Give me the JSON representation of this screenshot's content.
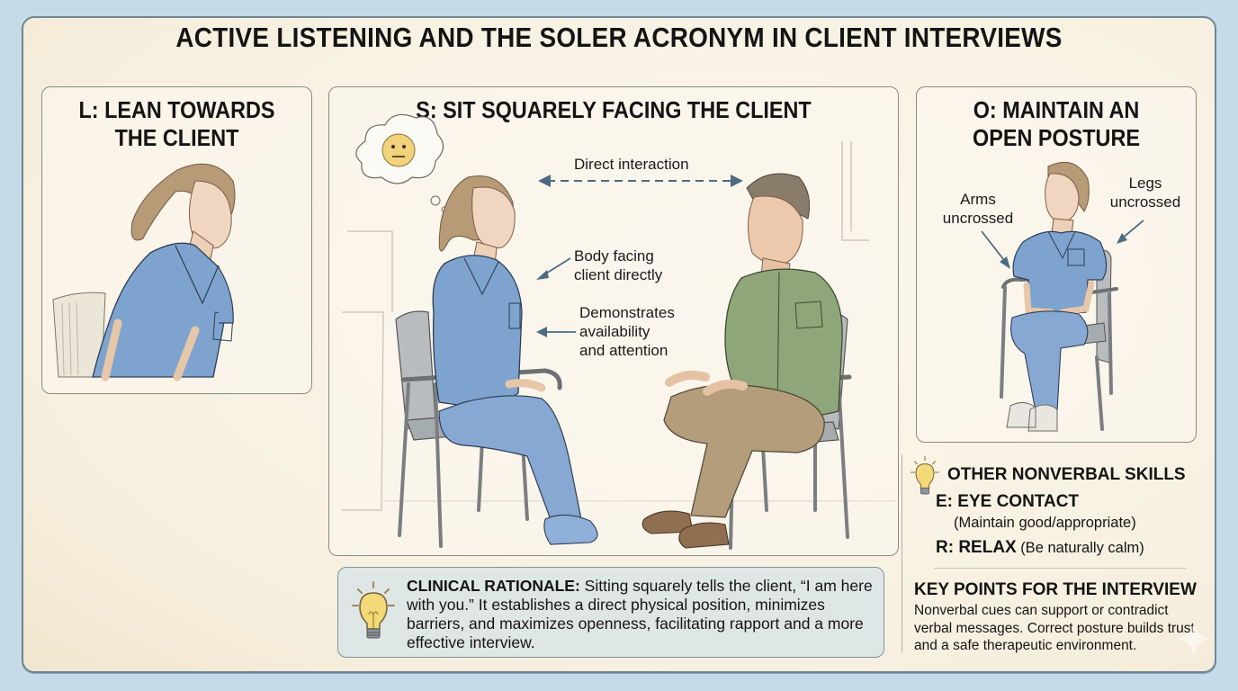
{
  "title": "ACTIVE LISTENING AND THE SOLER ACRONYM IN CLIENT INTERVIEWS",
  "colors": {
    "background": "#c5dbe8",
    "paper": "#f8f2e4",
    "frame_border": "#6f8694",
    "scrubs_blue": "#7fa3cf",
    "shirt_green": "#8fa67a",
    "pants_khaki": "#b39d7a",
    "arrow_blue": "#4d6b80",
    "bulb_yellow": "#f3d977",
    "rationale_bg": "#dfe6e6"
  },
  "panels": {
    "lean": {
      "title_line1": "L: LEAN TOWARDS",
      "title_line2": "THE CLIENT",
      "illustration": "nurse-leaning-forward"
    },
    "square": {
      "title": "S: SIT SQUARELY FACING THE CLIENT",
      "thought_bubble_icon": "neutral-face-emoji",
      "annotations": {
        "direct": "Direct interaction",
        "body_line1": "Body facing",
        "body_line2": "client directly",
        "demo_line1": "Demonstrates",
        "demo_line2": "availability",
        "demo_line3": "and attention"
      },
      "illustration": "nurse-and-client-seated-facing"
    },
    "open": {
      "title_line1": "O: MAINTAIN AN",
      "title_line2": "OPEN POSTURE",
      "annotations": {
        "arms_line1": "Arms",
        "arms_line2": "uncrossed",
        "legs_line1": "Legs",
        "legs_line2": "uncrossed"
      },
      "illustration": "nurse-seated-open-posture"
    }
  },
  "rationale": {
    "icon": "lightbulb-icon",
    "heading": "CLINICAL RATIONALE:",
    "body": " Sitting squarely tells the client, “I am here with you.” It establishes a direct physical position, minimizes barriers, and maximizes openness, facilitating rapport and a more effective interview."
  },
  "other_skills": {
    "icon": "lightbulb-icon",
    "heading": "OTHER NONVERBAL SKILLS",
    "items": [
      {
        "letter": "E: EYE CONTACT",
        "note": "(Maintain good/appropriate)"
      },
      {
        "letter": "R: RELAX",
        "note": "(Be naturally calm)"
      }
    ]
  },
  "key_points": {
    "heading": "KEY POINTS FOR THE INTERVIEW",
    "body": "Nonverbal cues can support or contradict verbal messages. Correct posture builds trust and a safe therapeutic environment."
  }
}
